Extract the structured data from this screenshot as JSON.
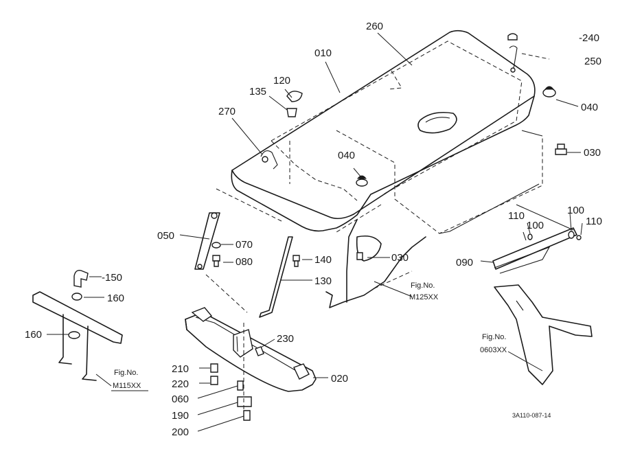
{
  "callouts": {
    "p260": "260",
    "p240": "-240",
    "p250": "250",
    "p010": "010",
    "p120": "120",
    "p135": "135",
    "p040a": "040",
    "p270": "270",
    "p040b": "040",
    "p030a": "030",
    "p050": "050",
    "p070": "070",
    "p080": "080",
    "p140": "140",
    "p030b": "030",
    "p130": "130",
    "p150": "-150",
    "p160a": "160",
    "p160b": "160",
    "p230": "230",
    "p210": "210",
    "p220": "220",
    "p060": "060",
    "p190": "190",
    "p200": "200",
    "p020": "020",
    "p100a": "100",
    "p110a": "110",
    "p100b": "100",
    "p110b": "110",
    "p090": "090"
  },
  "refs": {
    "m125_label": "Fig.No.",
    "m125_code": "M125XX",
    "m115_label": "Fig.No.",
    "m115_code": "M115XX",
    "f0603_label": "Fig.No.",
    "f0603_code": "0603XX"
  },
  "drawing_code": "3A110-087-14"
}
